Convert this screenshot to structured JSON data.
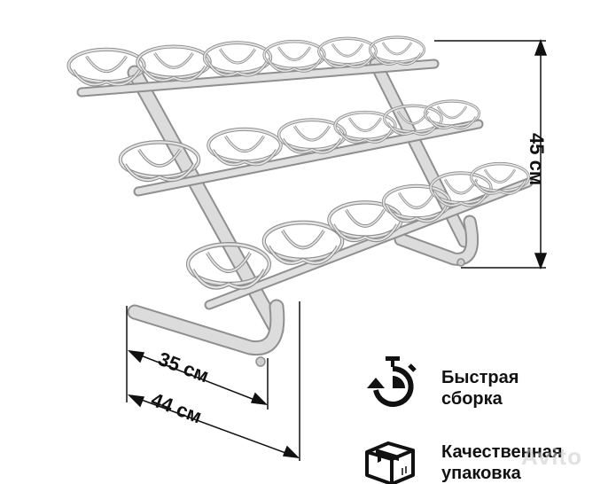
{
  "product": {
    "type": "three-tier metal wire shelf stand for flower pots",
    "tiers": 3,
    "pot_holders_per_tier": [
      6,
      6,
      6
    ],
    "frame_color": "#d9d9d9"
  },
  "dimensions": {
    "height": "45 см",
    "depth_inner": "35 см",
    "depth_outer": "44 см"
  },
  "features": [
    {
      "icon": "stopwatch-refresh-icon",
      "line1": "Быстрая",
      "line2": "сборка"
    },
    {
      "icon": "package-box-icon",
      "line1": "Качественная",
      "line2": "упаковка"
    }
  ],
  "watermark": "Avito",
  "colors": {
    "background": "#ffffff",
    "text": "#111111",
    "metal": "#d9d9d9",
    "metal_outline": "#8f8f8f"
  }
}
